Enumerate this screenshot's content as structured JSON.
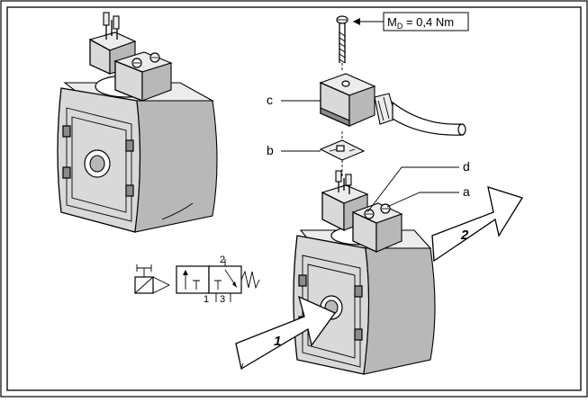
{
  "labels": {
    "torque": "M_D = 0,4 Nm",
    "torque_main": "M",
    "torque_sub": "D",
    "torque_value": " = 0,4 Nm",
    "a": "a",
    "b": "b",
    "c": "c",
    "d": "d",
    "step1": "1",
    "step2": "2",
    "port1": "1",
    "port2": "2",
    "port3": "3"
  },
  "icons": [
    "solenoid-coil-icon",
    "plug-connector-icon",
    "screw-icon",
    "gasket-icon",
    "arrow-icon",
    "valve-symbol-icon",
    "spring-icon"
  ]
}
